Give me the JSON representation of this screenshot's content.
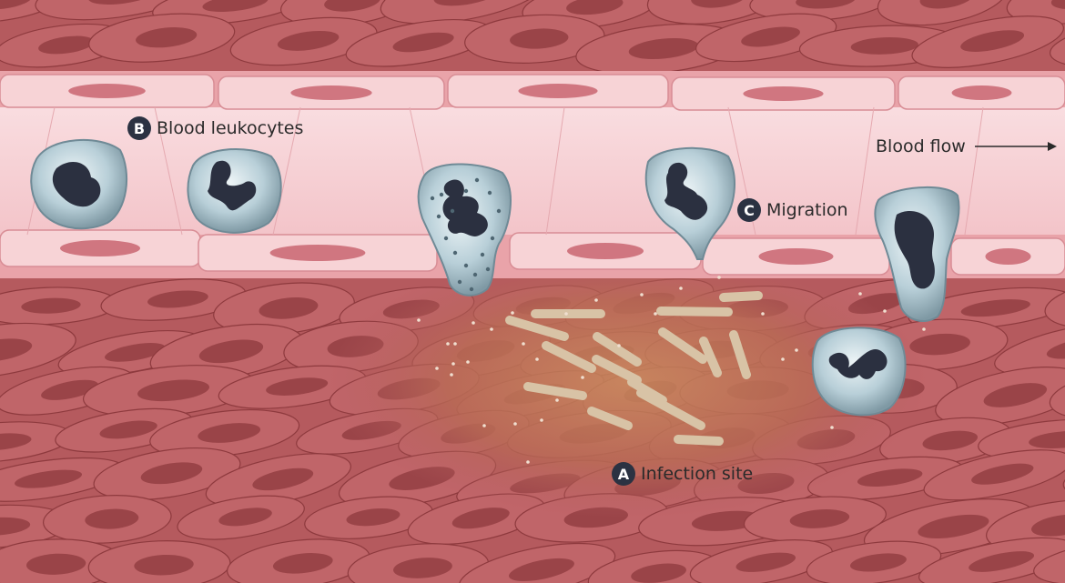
{
  "labels": {
    "a": {
      "letter": "A",
      "text": "Infection site"
    },
    "b": {
      "letter": "B",
      "text": "Blood leukocytes"
    },
    "c": {
      "letter": "C",
      "text": "Migration"
    },
    "flow": {
      "text": "Blood flow"
    }
  },
  "colors": {
    "tissue": "#b55a5e",
    "tissue_dark": "#8e3a3e",
    "vessel": "#f6cfd2",
    "endothelium": "#f3b5bb",
    "leukocyte": "#a9c4cf",
    "nucleus": "#2b3040",
    "bacteria": "#c9b59a",
    "badge": "#2b3242"
  }
}
